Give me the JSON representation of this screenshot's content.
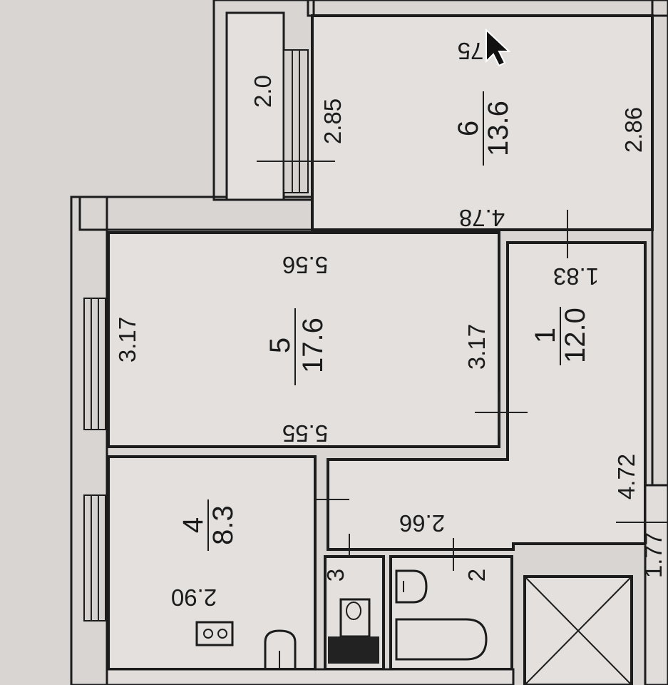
{
  "colors": {
    "paper": "#dcd9d7",
    "ink": "#1c1c1c",
    "room_fill": "#e3e0de"
  },
  "rooms": [
    {
      "id": "room-6",
      "number": "6",
      "area": "13.6",
      "dims": {
        "top": "75",
        "left": "2.85",
        "right": "2.86",
        "bottom": "4.78"
      }
    },
    {
      "id": "room-5",
      "number": "5",
      "area": "17.6",
      "dims": {
        "top": "5.56",
        "left": "3.17",
        "right": "3.17",
        "bottom": "5.55"
      }
    },
    {
      "id": "room-1",
      "number": "1",
      "area": "12.0",
      "dims": {
        "top": "1.83",
        "right": "4.72"
      }
    },
    {
      "id": "room-4",
      "number": "4",
      "area": "8.3",
      "dims": {
        "bottom": "2.90"
      }
    },
    {
      "id": "room-3",
      "number": "3"
    },
    {
      "id": "room-2",
      "number": "2",
      "dims": {
        "top": "2.66"
      }
    }
  ],
  "extra_labels": {
    "balcony_width": "2.0",
    "edge_right": "1.77"
  },
  "icons": [
    "cursor-arrow-icon",
    "stove-icon",
    "sink-icon",
    "toilet-icon",
    "bathtub-icon",
    "washbasin-icon"
  ]
}
